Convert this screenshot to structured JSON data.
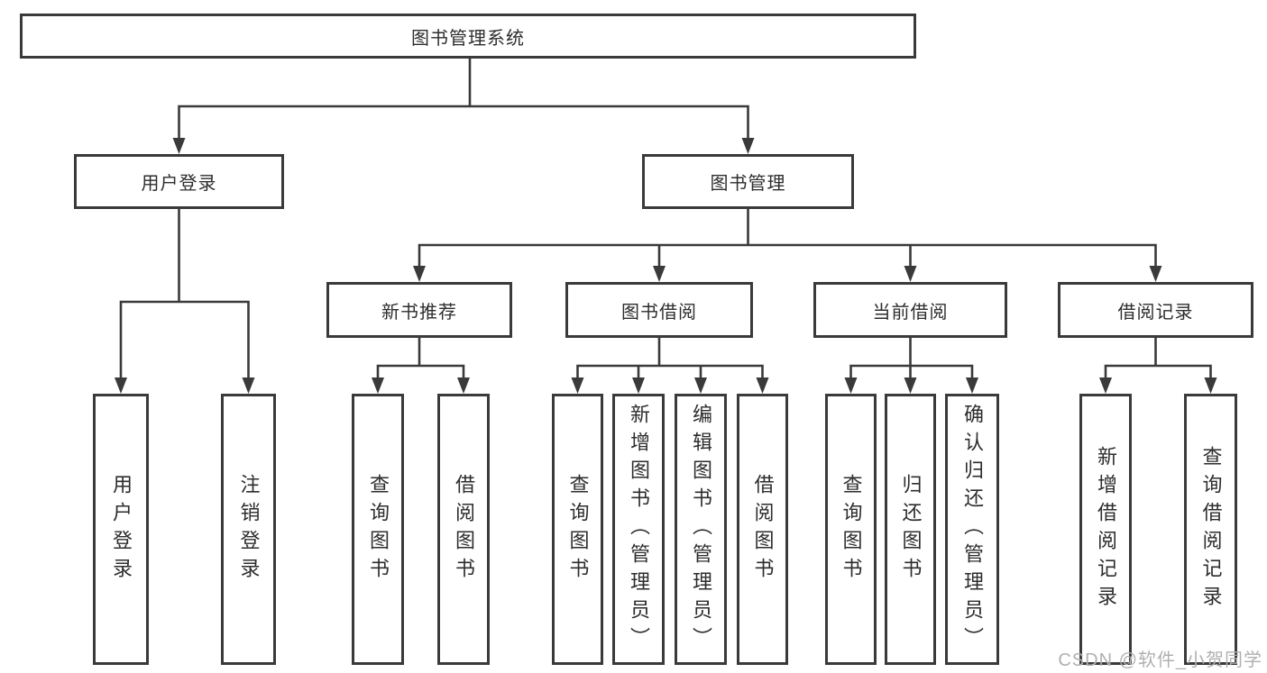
{
  "tree": {
    "root": {
      "label": "图书管理系统"
    },
    "branches": [
      {
        "label": "用户登录",
        "children": [
          {
            "label": "用户登录"
          },
          {
            "label": "注销登录"
          }
        ]
      },
      {
        "label": "图书管理",
        "groups": [
          {
            "label": "新书推荐",
            "children": [
              {
                "label": "查询图书"
              },
              {
                "label": "借阅图书"
              }
            ]
          },
          {
            "label": "图书借阅",
            "children": [
              {
                "label": "查询图书"
              },
              {
                "label": "新增图书（管理员）"
              },
              {
                "label": "编辑图书（管理员）"
              },
              {
                "label": "借阅图书"
              }
            ]
          },
          {
            "label": "当前借阅",
            "children": [
              {
                "label": "查询图书"
              },
              {
                "label": "归还图书"
              },
              {
                "label": "确认归还（管理员）"
              }
            ]
          },
          {
            "label": "借阅记录",
            "children": [
              {
                "label": "新增借阅记录"
              },
              {
                "label": "查询借阅记录"
              }
            ]
          }
        ]
      }
    ]
  },
  "watermark": {
    "text": "CSDN @软件_小贺同学"
  },
  "colors": {
    "line": "#3a3a3a",
    "box_border": "#3a3a3a",
    "text": "#2d2d2d",
    "watermark": "#b0b0b0",
    "background": "#ffffff"
  }
}
